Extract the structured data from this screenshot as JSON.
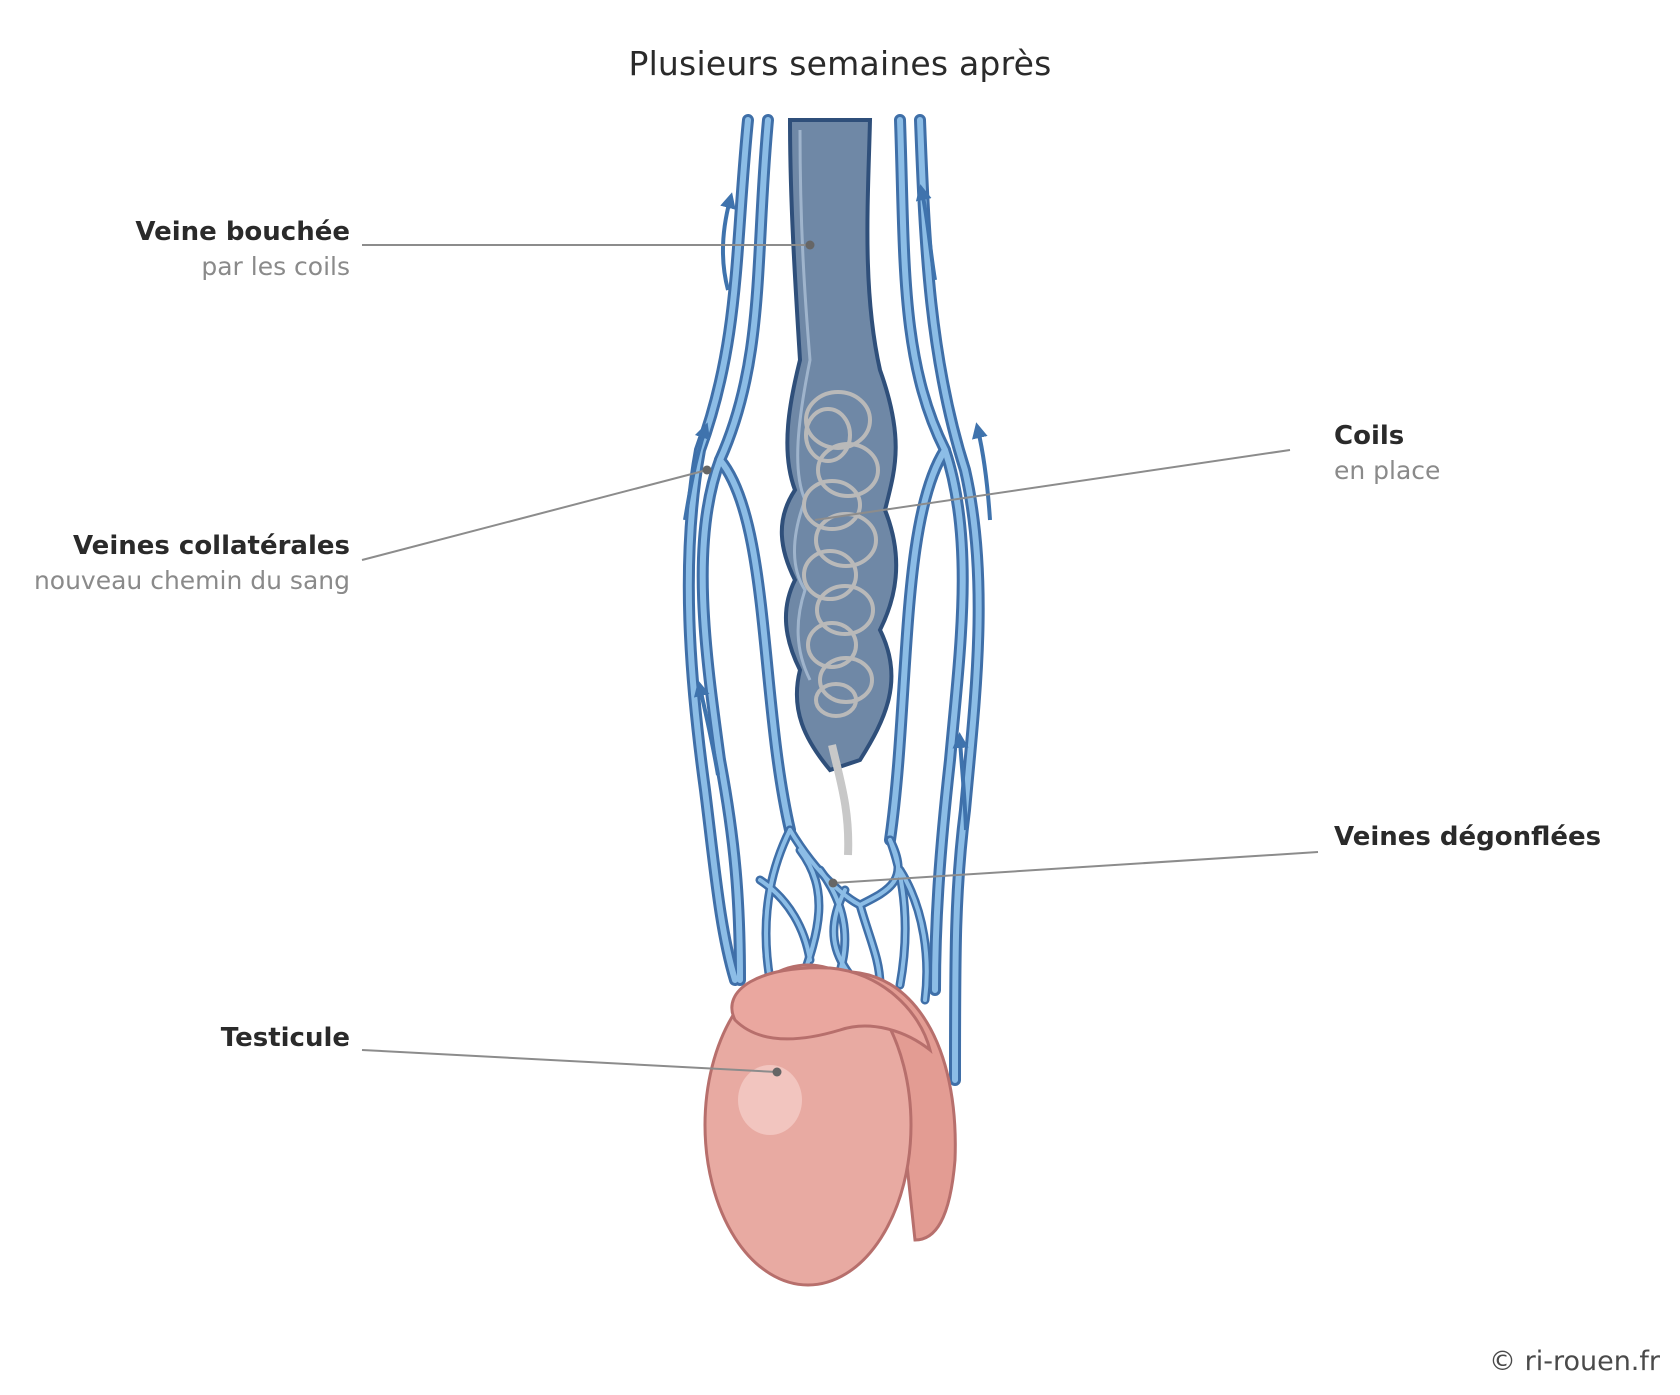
{
  "title": "Plusieurs semaines après",
  "labels": {
    "veine_bouchee": {
      "main": "Veine bouchée",
      "sub": "par les coils"
    },
    "veines_collaterales": {
      "main": "Veines collatérales",
      "sub": "nouveau chemin du sang"
    },
    "testicule": {
      "main": "Testicule"
    },
    "coils": {
      "main": "Coils",
      "sub": "en place"
    },
    "veines_degonflees": {
      "main": "Veines dégonflées"
    }
  },
  "credit": "© ri-rouen.fr",
  "colors": {
    "vein_blue": "#7fb0dc",
    "vein_outline": "#3f6fa8",
    "blocked_vein": "#6f88a6",
    "arrow": "#3f73ad",
    "testicle": "#e8aaa2",
    "testicle_outline": "#b76f6c",
    "leader": "#8c8c8c"
  }
}
